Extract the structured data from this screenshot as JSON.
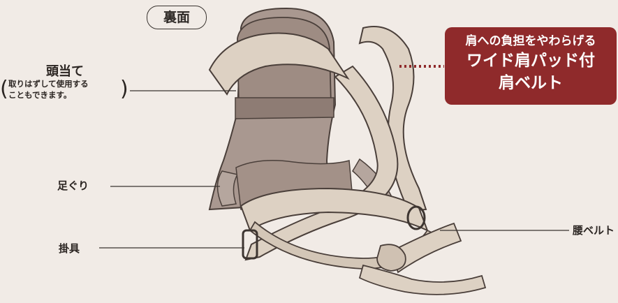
{
  "diagram": {
    "side_label": "裏面",
    "headrest": {
      "title": "頭当て",
      "note_line1": "取りはずして使用する",
      "note_line2": "こともできます。"
    },
    "leg_opening_label": "足ぐり",
    "hook_label": "掛具",
    "waist_belt_label": "腰ベルト",
    "callout": {
      "line1": "肩への負担をやわらげる",
      "line2": "ワイド肩パッド付",
      "line3": "肩ベルト"
    }
  },
  "colors": {
    "background": "#f1ebe6",
    "body_panel": "#a99890",
    "belt": "#ddd1c3",
    "outline": "#4a3f3a",
    "callout": "#8f2a2b"
  }
}
